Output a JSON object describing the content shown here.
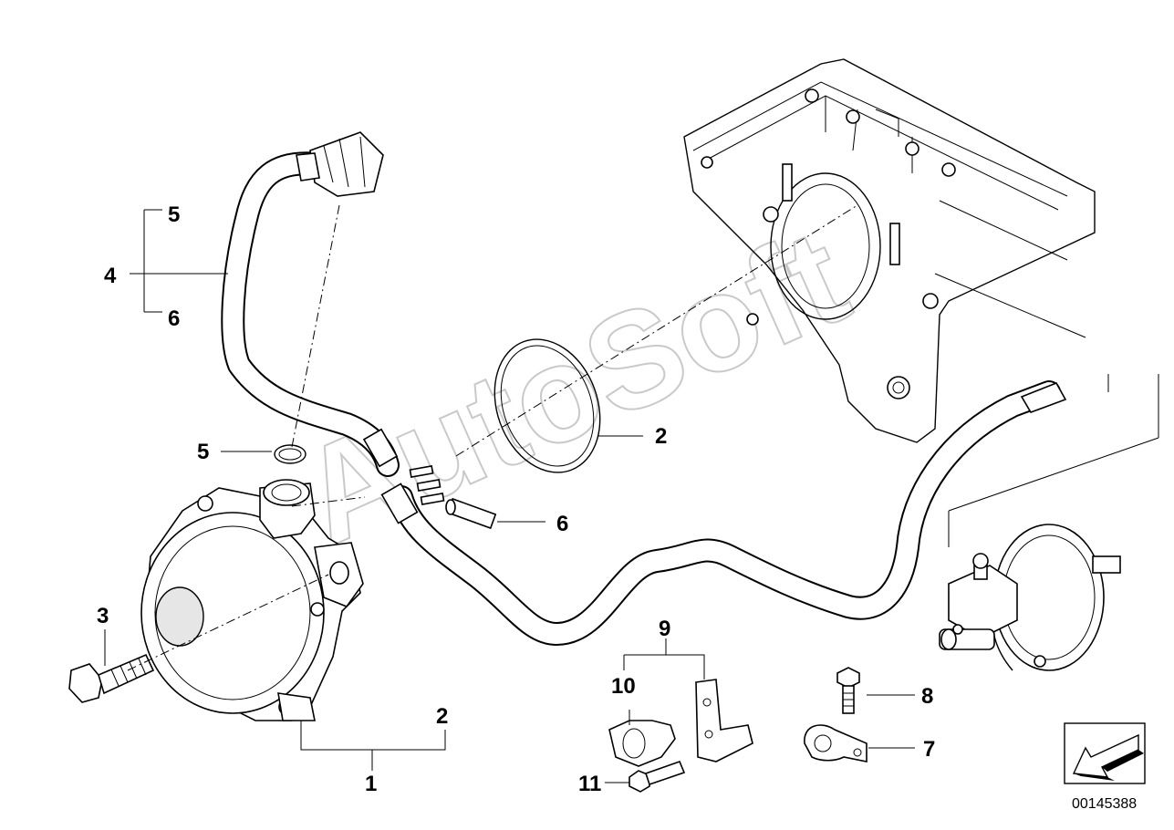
{
  "diagram": {
    "watermark": "AutoSoft",
    "document_number": "00145388",
    "callouts": {
      "c1": "1",
      "c2_pump": "2",
      "c2_gasket": "2",
      "c3": "3",
      "c4": "4",
      "c5_top": "5",
      "c5_ring": "5",
      "c6_top": "6",
      "c6_pipe": "6",
      "c7": "7",
      "c8": "8",
      "c9": "9",
      "c10": "10",
      "c11": "11"
    }
  }
}
